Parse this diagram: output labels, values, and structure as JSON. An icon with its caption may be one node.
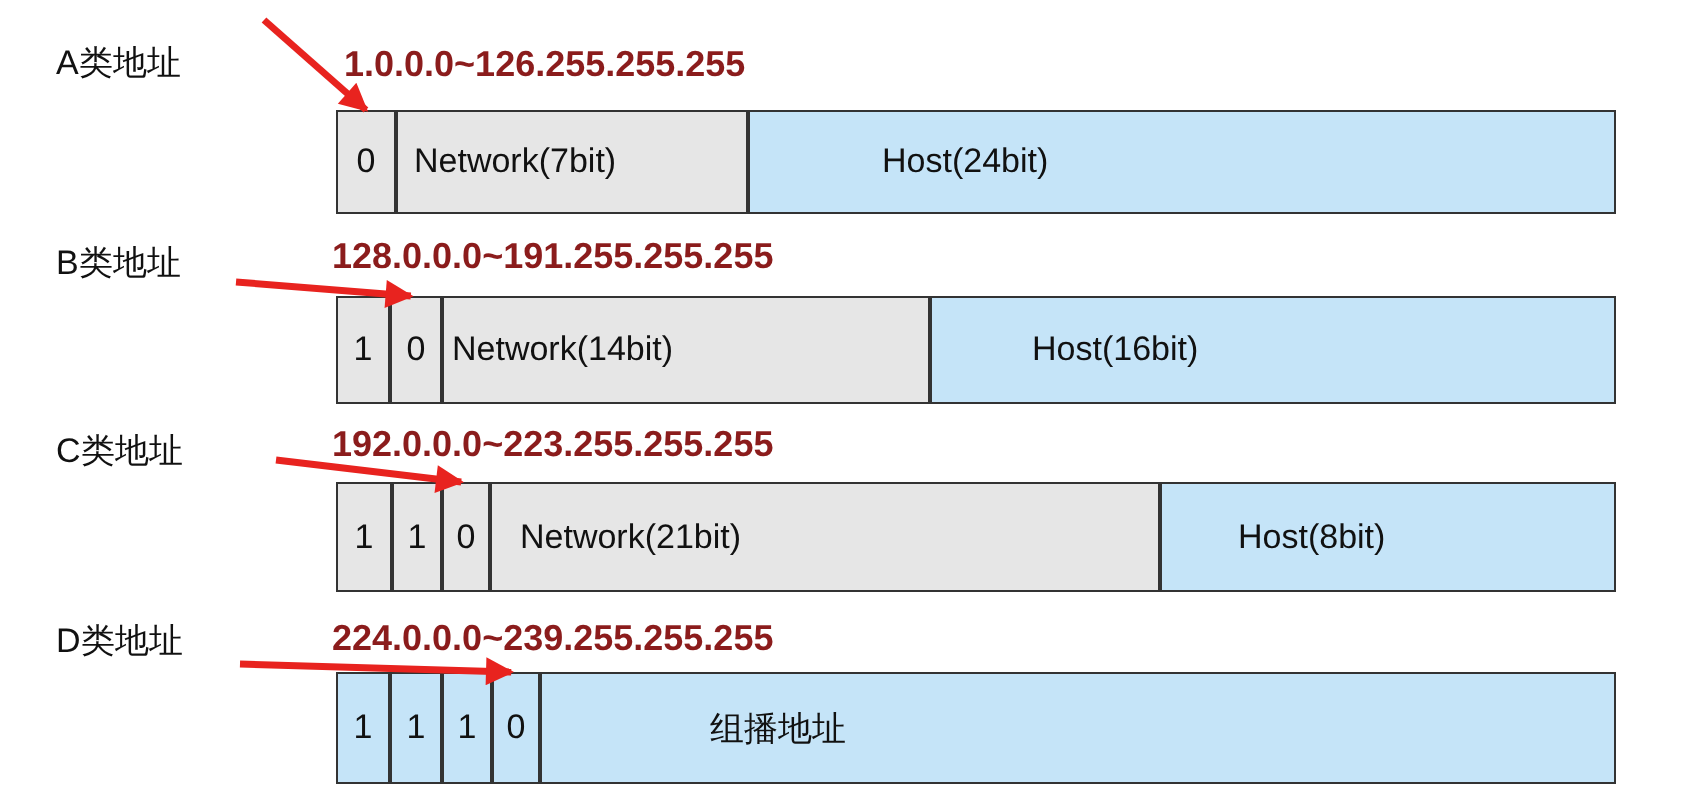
{
  "diagram": {
    "nodes": [
      {
        "text": [
          "0"
        ]
      },
      {
        "text": [
          "Network(7bit)"
        ]
      },
      {
        "text": [
          "Host(24bit)"
        ]
      },
      {
        "text": [
          "1"
        ]
      },
      {
        "text": [
          "0"
        ]
      },
      {
        "text": [
          "Network(14bit)"
        ]
      },
      {
        "text": [
          "Host(16bit)"
        ]
      },
      {
        "text": [
          "1"
        ]
      },
      {
        "text": [
          "1"
        ]
      },
      {
        "text": [
          "0"
        ]
      },
      {
        "text": [
          "Network(21bit)"
        ]
      },
      {
        "text": [
          "Host(8bit)"
        ]
      },
      {
        "text": [
          "1"
        ]
      },
      {
        "text": [
          "1"
        ]
      },
      {
        "text": [
          "1"
        ]
      },
      {
        "text": [
          "0"
        ]
      },
      {
        "text": [
          "组播地址"
        ]
      }
    ],
    "edges": [
      {
        "from": null,
        "to": 0,
        "arrow": "to"
      },
      {
        "from": null,
        "to": 4,
        "arrow": "to"
      },
      {
        "from": null,
        "to": 9,
        "arrow": "to"
      },
      {
        "from": null,
        "to": 15,
        "arrow": "to"
      }
    ],
    "labels": [
      "A类地址",
      "1.0.0.0~126.255.255.255",
      "B类地址",
      "128.0.0.0~191.255.255.255",
      "C类地址",
      "192.0.0.0~223.255.255.255",
      "D类地址",
      "224.0.0.0~239.255.255.255"
    ]
  }
}
